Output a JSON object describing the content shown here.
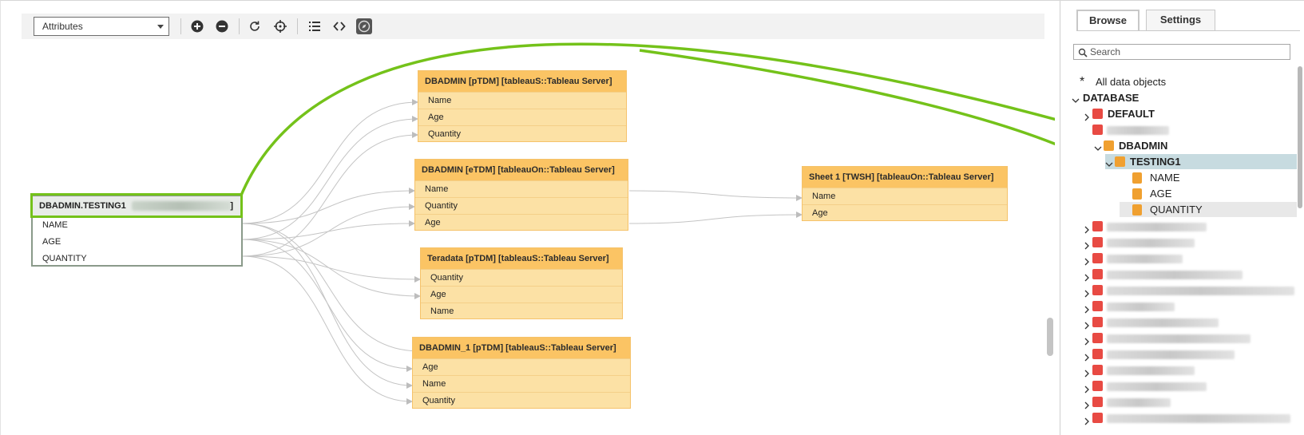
{
  "toolbar": {
    "view_select": "Attributes",
    "icons": [
      "zoom-in-icon",
      "zoom-out-icon",
      "refresh-icon",
      "center-icon",
      "list-icon",
      "code-icon",
      "compass-icon"
    ]
  },
  "source_node": {
    "title": "DBADMIN.TESTING1",
    "bracket_close": "]",
    "columns": [
      "NAME",
      "AGE",
      "QUANTITY"
    ]
  },
  "targets": [
    {
      "title": "DBADMIN [pTDM] [tableauS::Tableau Server]",
      "columns": [
        "Name",
        "Age",
        "Quantity"
      ]
    },
    {
      "title": "DBADMIN [eTDM] [tableauOn::Tableau Server]",
      "columns": [
        "Name",
        "Quantity",
        "Age"
      ]
    },
    {
      "title": "Teradata [pTDM] [tableauS::Tableau Server]",
      "columns": [
        "Quantity",
        "Age",
        "Name"
      ]
    },
    {
      "title": "DBADMIN_1 [pTDM] [tableauS::Tableau Server]",
      "columns": [
        "Age",
        "Name",
        "Quantity"
      ]
    },
    {
      "title": "Sheet 1 [TWSH] [tableauOn::Tableau Server]",
      "columns": [
        "Name",
        "Age"
      ]
    }
  ],
  "panel": {
    "tabs": [
      "Browse",
      "Settings"
    ],
    "search_placeholder": "Search",
    "tree": {
      "all_objects": "All data objects",
      "database": "DATABASE",
      "default": "DEFAULT",
      "dbadmin": "DBADMIN",
      "testing1": "TESTING1",
      "columns": [
        "NAME",
        "AGE",
        "QUANTITY"
      ]
    }
  },
  "colors": {
    "accent_green": "#74c21a",
    "node_header": "#fbc464",
    "node_body": "#fce1a5",
    "db_icon": "#e84a43"
  }
}
